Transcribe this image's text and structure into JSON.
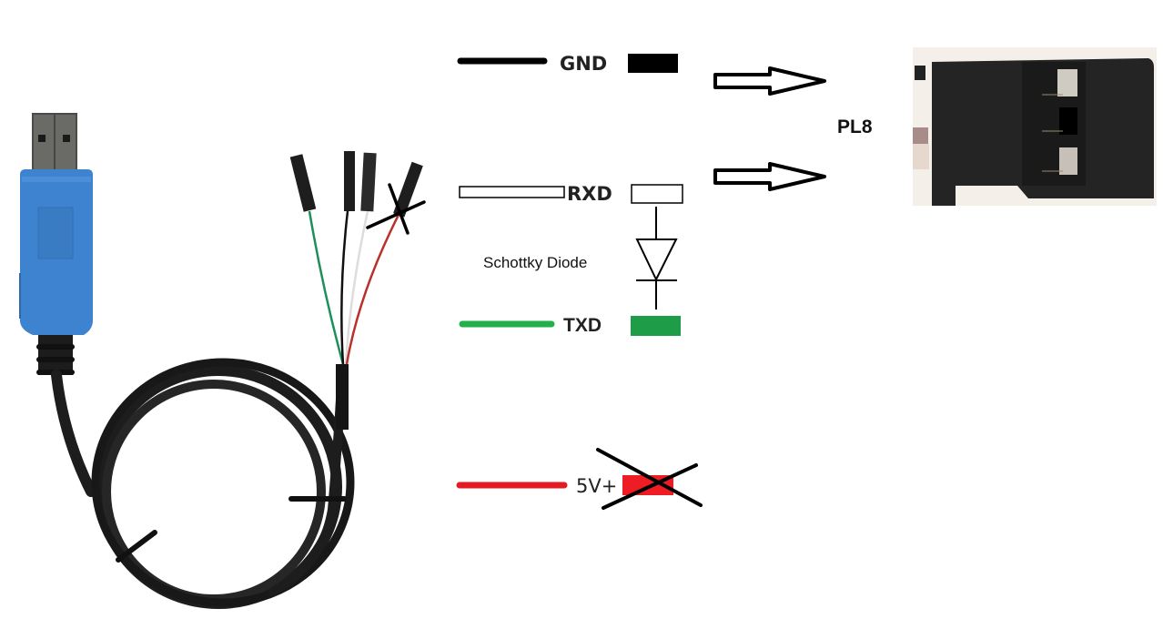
{
  "diagram": {
    "title": "USB to TTL serial cable wiring to PL8",
    "cable_photo": {
      "name": "USB-TTL adapter cable",
      "usb_body_color": "#3f86d0",
      "wire_colors": [
        "#1f8f5a",
        "#111111",
        "#f2f2f2",
        "#b8322c"
      ],
      "crossed_wire": "red"
    },
    "wires": [
      {
        "id": "gnd",
        "label": "GND",
        "line_color": "#000000",
        "pin_color": "#000000",
        "line_style": "solid",
        "pin_style": "filled",
        "crossed": false
      },
      {
        "id": "rxd",
        "label": "RXD",
        "line_color": "#000000",
        "pin_color": "#ffffff",
        "line_style": "outline",
        "pin_style": "outline",
        "crossed": false
      },
      {
        "id": "txd",
        "label": "TXD",
        "line_color": "#22b04b",
        "pin_color": "#1e9c48",
        "line_style": "solid",
        "pin_style": "filled",
        "crossed": false
      },
      {
        "id": "5v",
        "label": "5V+",
        "line_color": "#e31b23",
        "pin_color": "#ee1c24",
        "line_style": "solid",
        "pin_style": "filled",
        "crossed": true
      }
    ],
    "diode": {
      "label": "Schottky Diode",
      "from": "RXD",
      "to": "TXD"
    },
    "connector": {
      "label": "PL8",
      "arrows": 2
    }
  }
}
